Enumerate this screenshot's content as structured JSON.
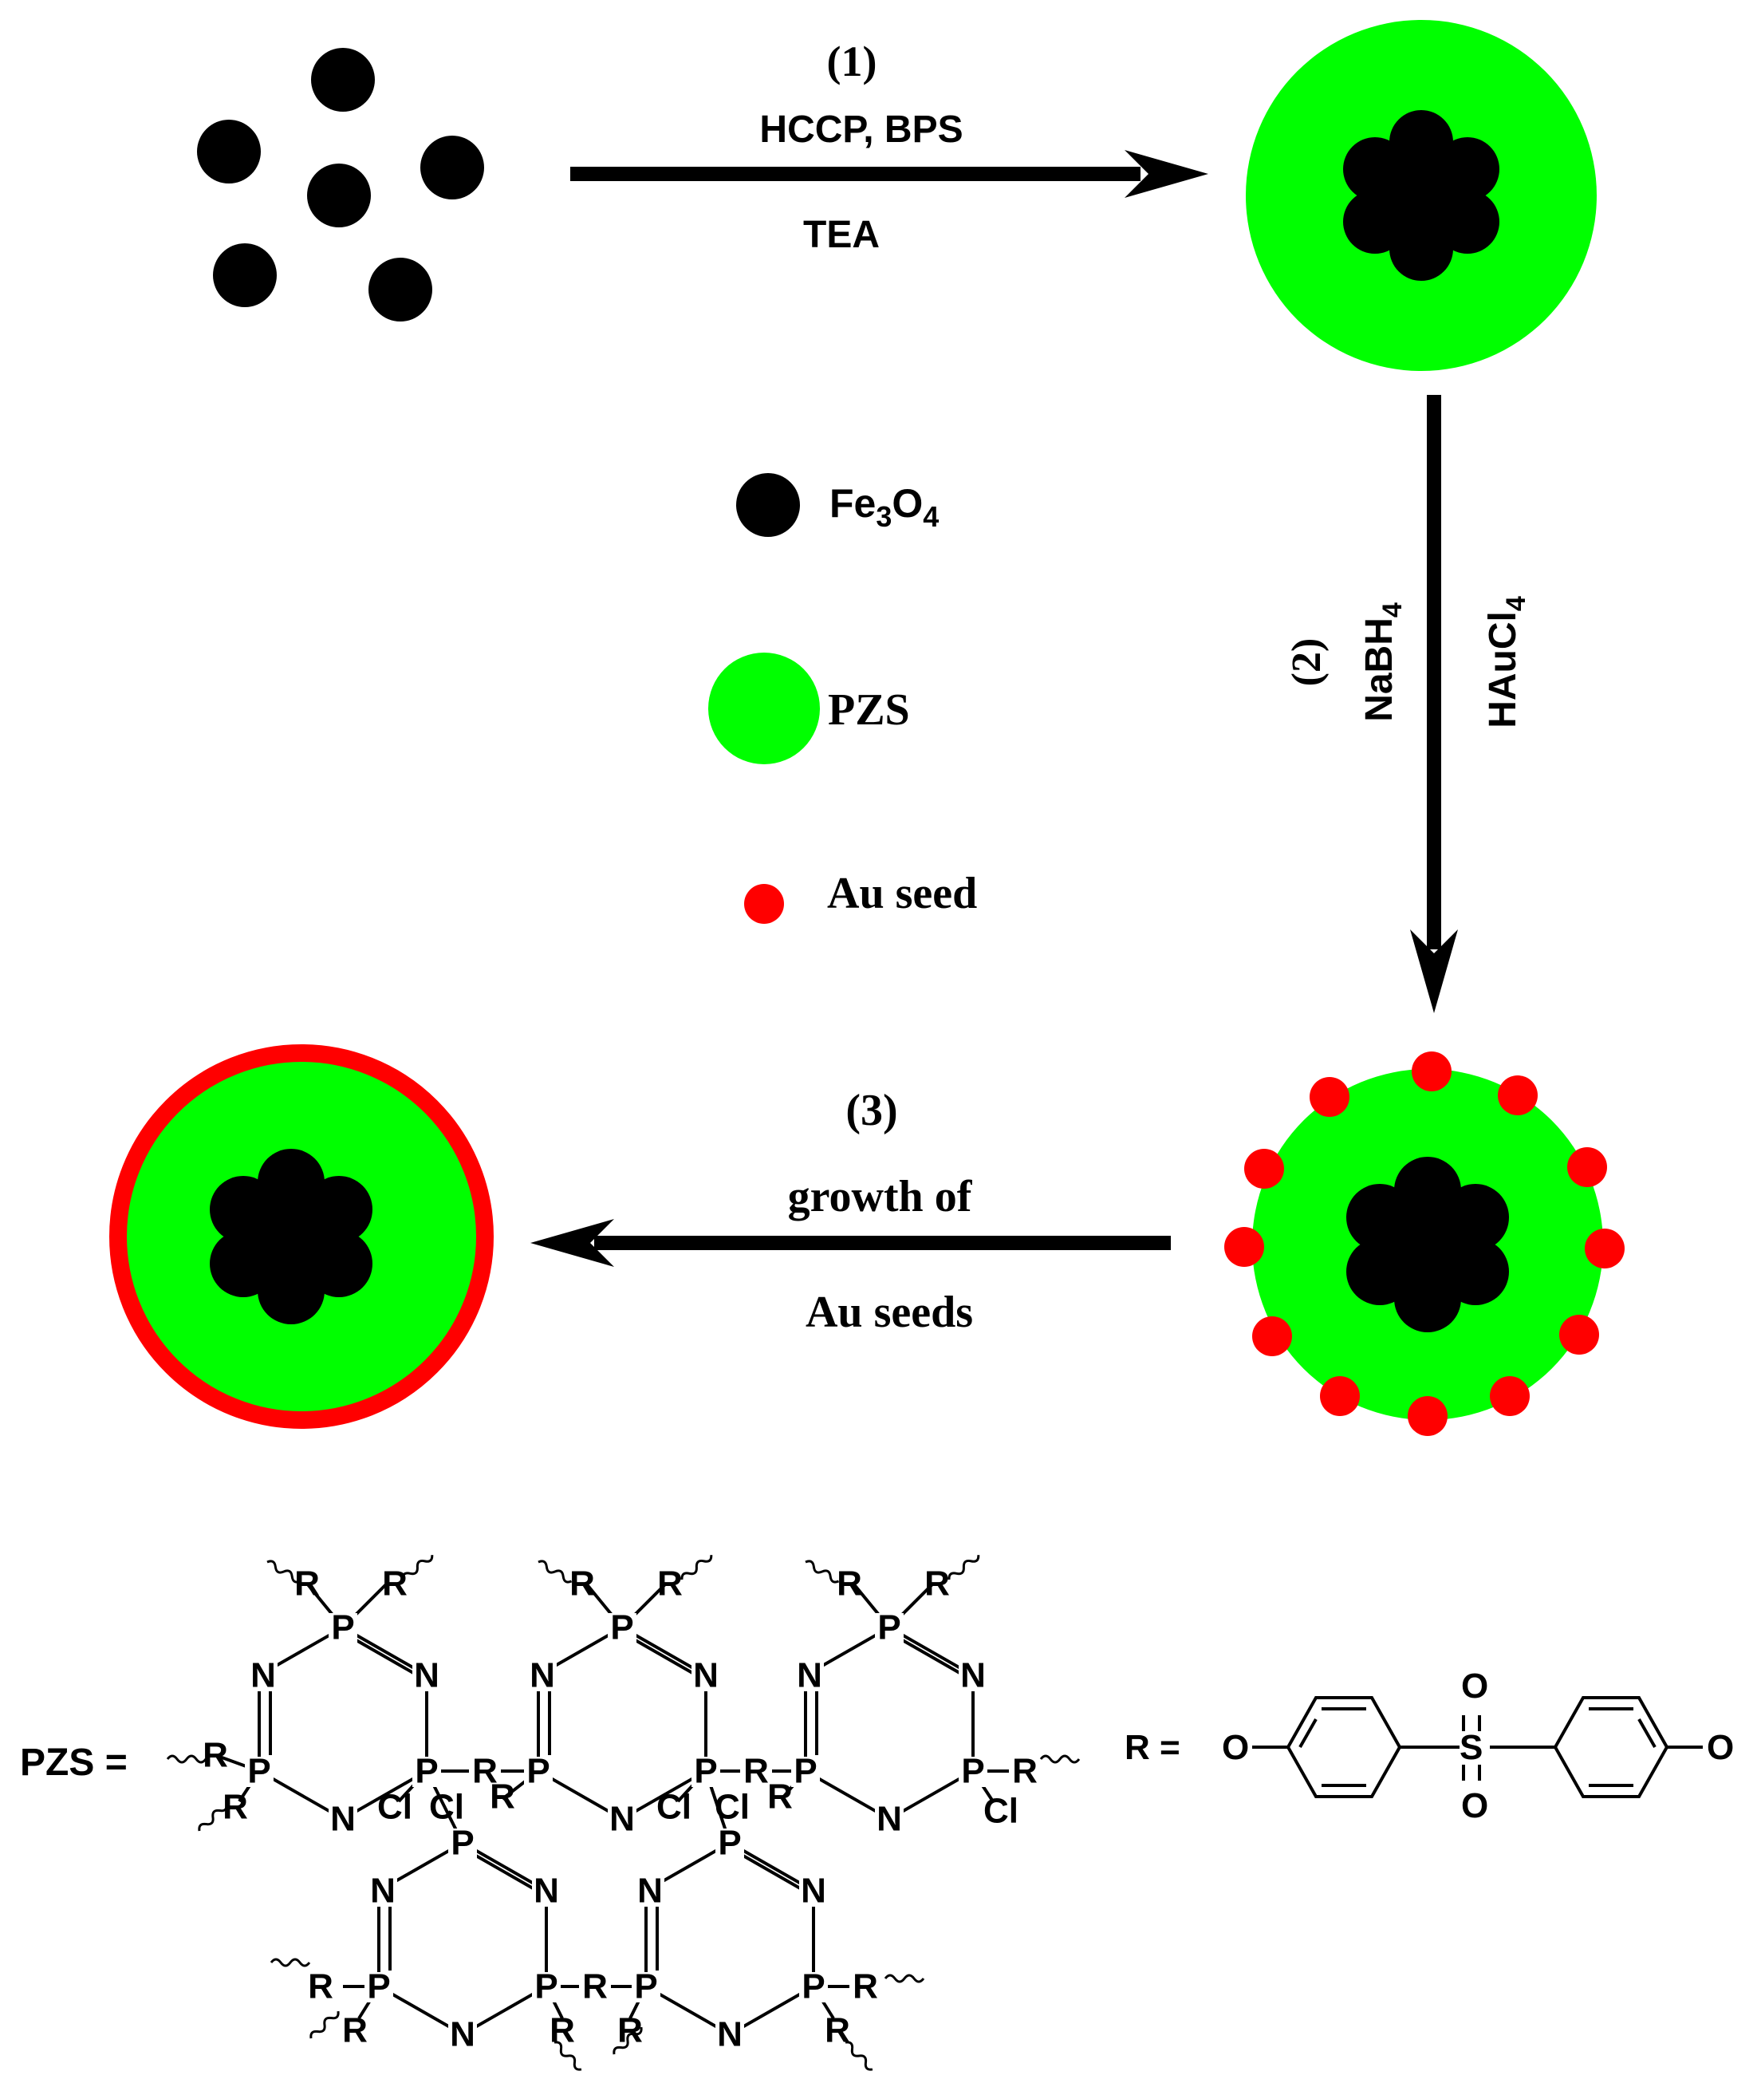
{
  "colors": {
    "fe3o4": "#000000",
    "pzs": "#00ff00",
    "au": "#ff0000",
    "ink": "#000000"
  },
  "step1": {
    "number": "(1)",
    "reagents_top": "HCCP, BPS",
    "reagents_bottom": "TEA"
  },
  "step2": {
    "number": "(2)",
    "reagent_a": "NaBH",
    "reagent_a_sub": "4",
    "reagent_b": "HAuCl",
    "reagent_b_sub": "4"
  },
  "step3": {
    "number": "(3)",
    "line1": "growth of",
    "line2": "Au seeds"
  },
  "legend": {
    "fe3o4_main": "Fe",
    "fe3o4_sub1": "3",
    "fe3o4_o": "O",
    "fe3o4_sub2": "4",
    "pzs": "PZS",
    "au_seed": "Au seed"
  },
  "formula": {
    "pzs_label": "PZS =",
    "r_label": "R =",
    "atoms": {
      "P": "P",
      "N": "N",
      "R": "R",
      "Cl": "Cl",
      "O": "O",
      "S": "S"
    }
  }
}
